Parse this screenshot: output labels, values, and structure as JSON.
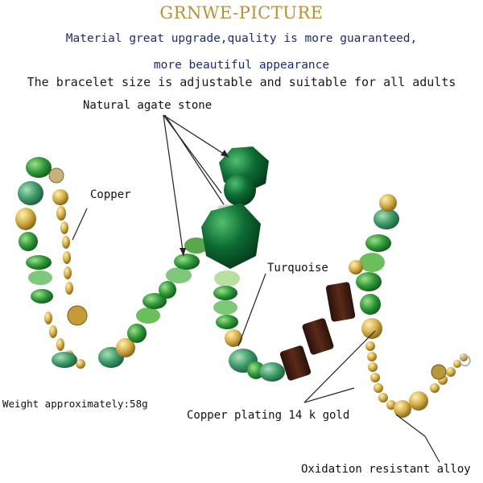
{
  "header": {
    "title": "GRNWE-PICTURE",
    "line1": "Material great upgrade,quality is more guaranteed,",
    "line2": "more beautiful appearance",
    "line3": "The bracelet size is adjustable and suitable for all adults"
  },
  "labels": {
    "agate": "Natural agate stone",
    "copper": "Copper",
    "turquoise": "Turquoise",
    "weight": "Weight approximately:58g",
    "plating": "Copper plating 14 k gold",
    "alloy": "Oxidation resistant alloy"
  },
  "colors": {
    "title_gold": "#b8903a",
    "text_navy": "#1f2a7a",
    "bead_green": "#2f9a3a",
    "agate_dark": "#0d6b34",
    "turquoise": "#3f9a6a",
    "wood_brown": "#4a2214",
    "gold": "#d7b04a"
  }
}
